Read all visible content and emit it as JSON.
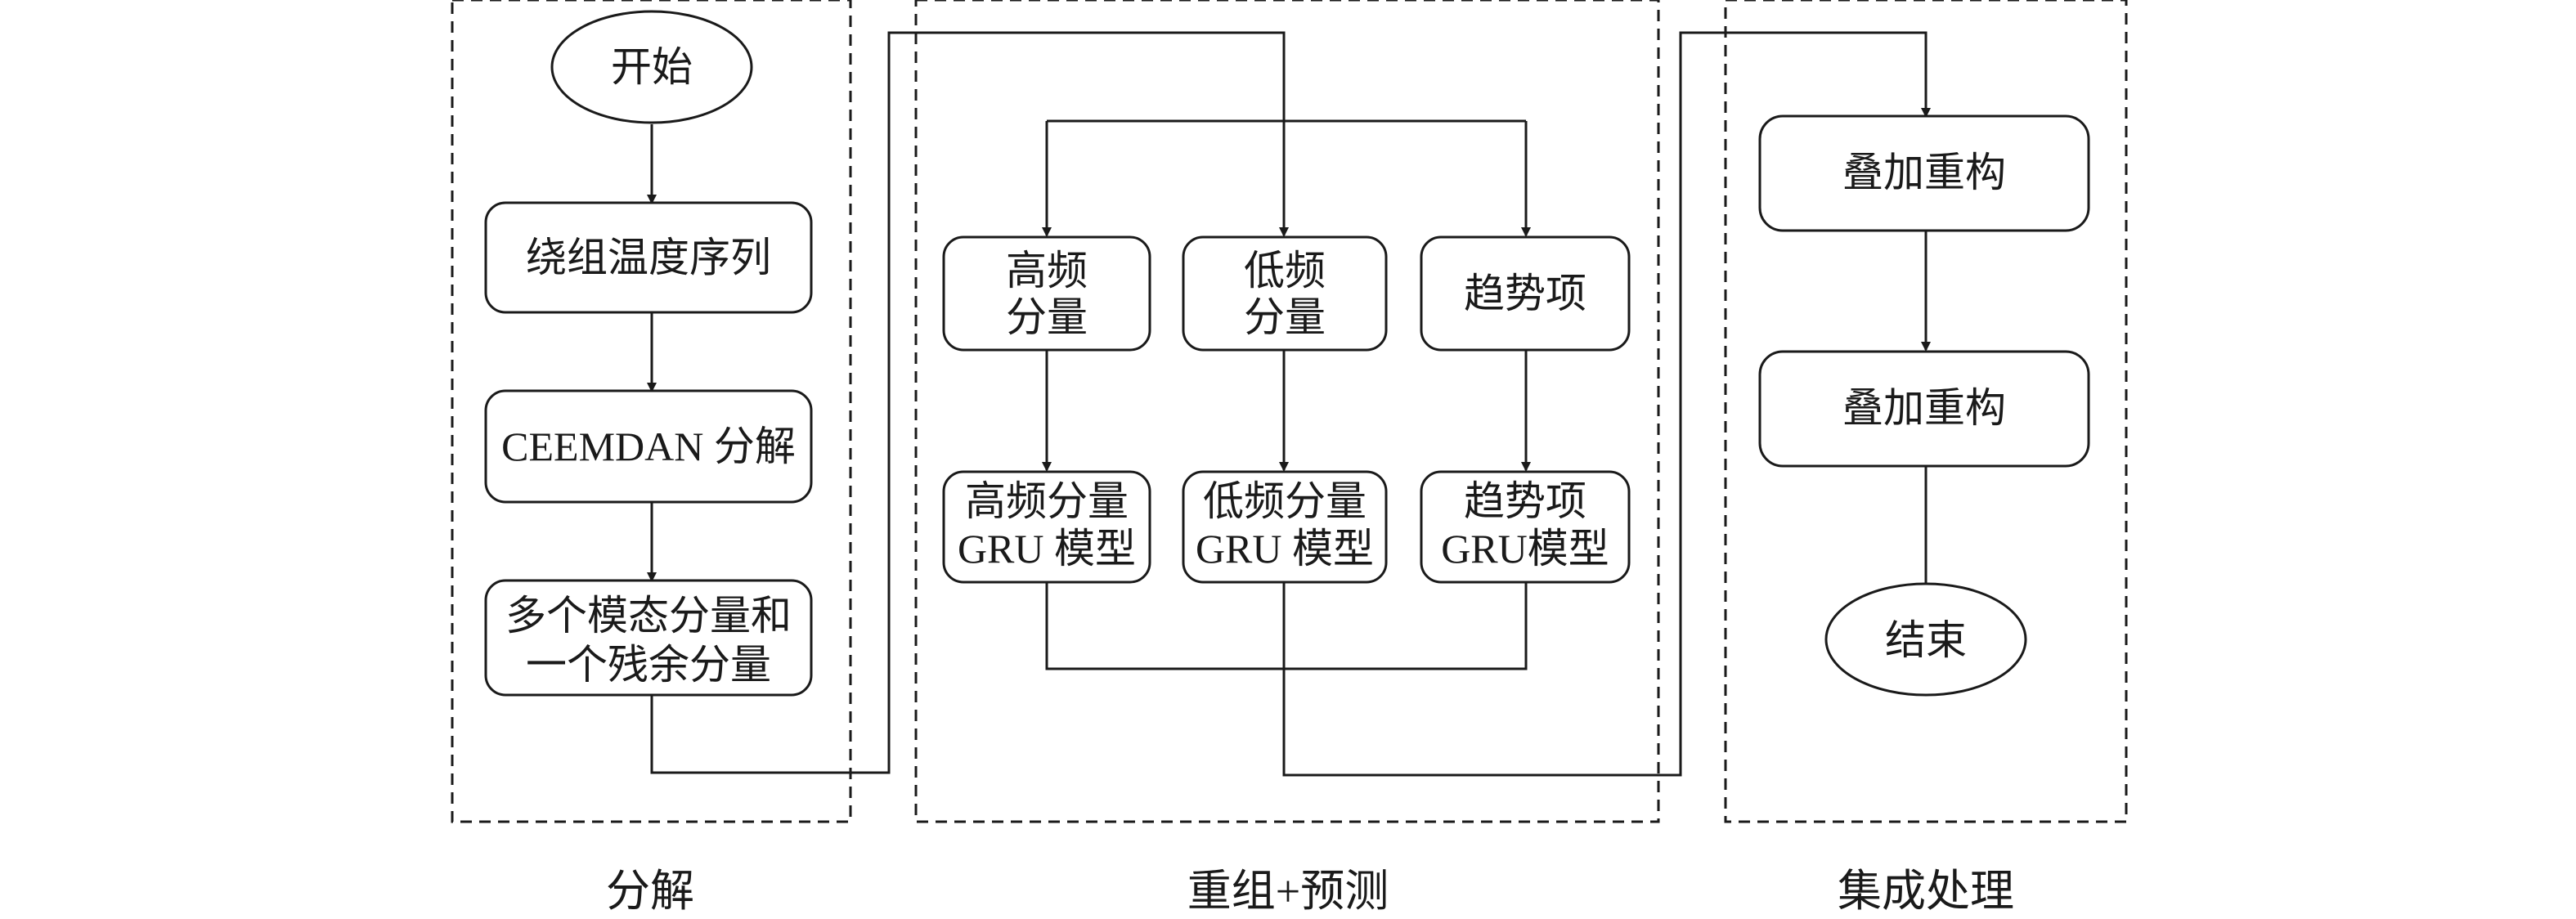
{
  "panels": {
    "decompose": "分解",
    "recombine_predict": "重组+预测",
    "ensemble": "集成处理"
  },
  "nodes": {
    "start": "开始",
    "winding_temp": "绕组温度序列",
    "ceemdan": "CEEMDAN 分解",
    "modes": [
      "多个模态分量和",
      "一个残余分量"
    ],
    "high_freq": [
      "高频",
      "分量"
    ],
    "low_freq": [
      "低频",
      "分量"
    ],
    "trend": "趋势项",
    "high_gru": [
      "高频分量",
      "GRU 模型"
    ],
    "low_gru": [
      "低频分量",
      "GRU 模型"
    ],
    "trend_gru": [
      "趋势项",
      "GRU模型"
    ],
    "superpose1": "叠加重构",
    "superpose2": "叠加重构",
    "end": "结束"
  }
}
